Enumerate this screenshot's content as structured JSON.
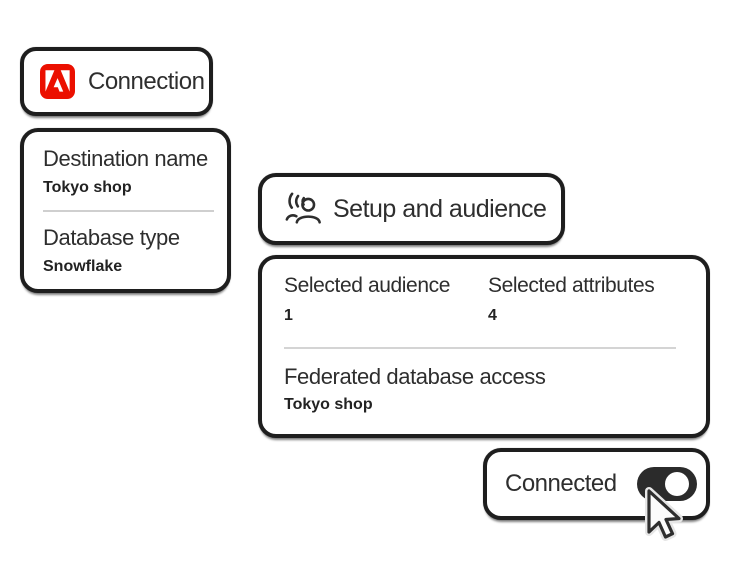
{
  "colors": {
    "adobe_red": "#EB1000",
    "card_border": "#1E1E1E",
    "card_bg": "#FFFFFF",
    "text_primary": "#2E2E2E",
    "divider": "#CFCFCF",
    "toggle_on_bg": "#2B2B2B",
    "toggle_knob": "#FFFFFF"
  },
  "cards": {
    "connection": {
      "title": "Connection",
      "icon": "adobe-logo-icon"
    },
    "destination": {
      "fields": [
        {
          "label": "Destination name",
          "value": "Tokyo shop"
        },
        {
          "label": "Database type",
          "value": "Snowflake"
        }
      ]
    },
    "setup": {
      "title": "Setup and audience",
      "icon": "audience-icon"
    },
    "summary": {
      "stats": [
        {
          "label": "Selected audience",
          "value": "1"
        },
        {
          "label": "Selected attributes",
          "value": "4"
        }
      ],
      "federated": {
        "label": "Federated database access",
        "value": "Tokyo shop"
      }
    },
    "connected": {
      "label": "Connected",
      "toggle_state": "on"
    }
  },
  "cursor": "arrow-pointer"
}
